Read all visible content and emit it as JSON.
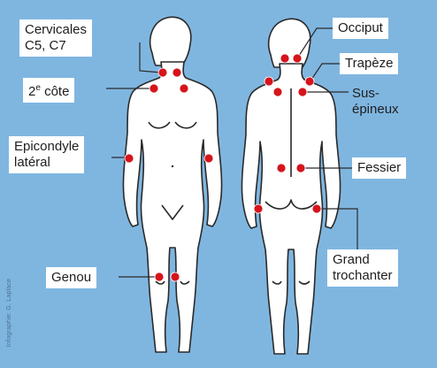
{
  "labels": {
    "cervicales": [
      "Cervicales",
      "C5, C7"
    ],
    "cote": "2e côte",
    "epicondyle": [
      "Epicondyle",
      "latéral"
    ],
    "genou": "Genou",
    "occiput": "Occiput",
    "trapeze": "Trapèze",
    "sus_epineux": [
      "Sus-",
      "épineux"
    ],
    "fessier": "Fessier",
    "grand_trochanter": [
      "Grand",
      "trochanter"
    ]
  },
  "credit": "Infographie: G. Laplace",
  "colors": {
    "background": "#7fb6e0",
    "body_fill": "#ffffff",
    "body_outline": "#2a2a2a",
    "tender_point": "#d6141b",
    "leader_line": "#2a2a2a"
  }
}
